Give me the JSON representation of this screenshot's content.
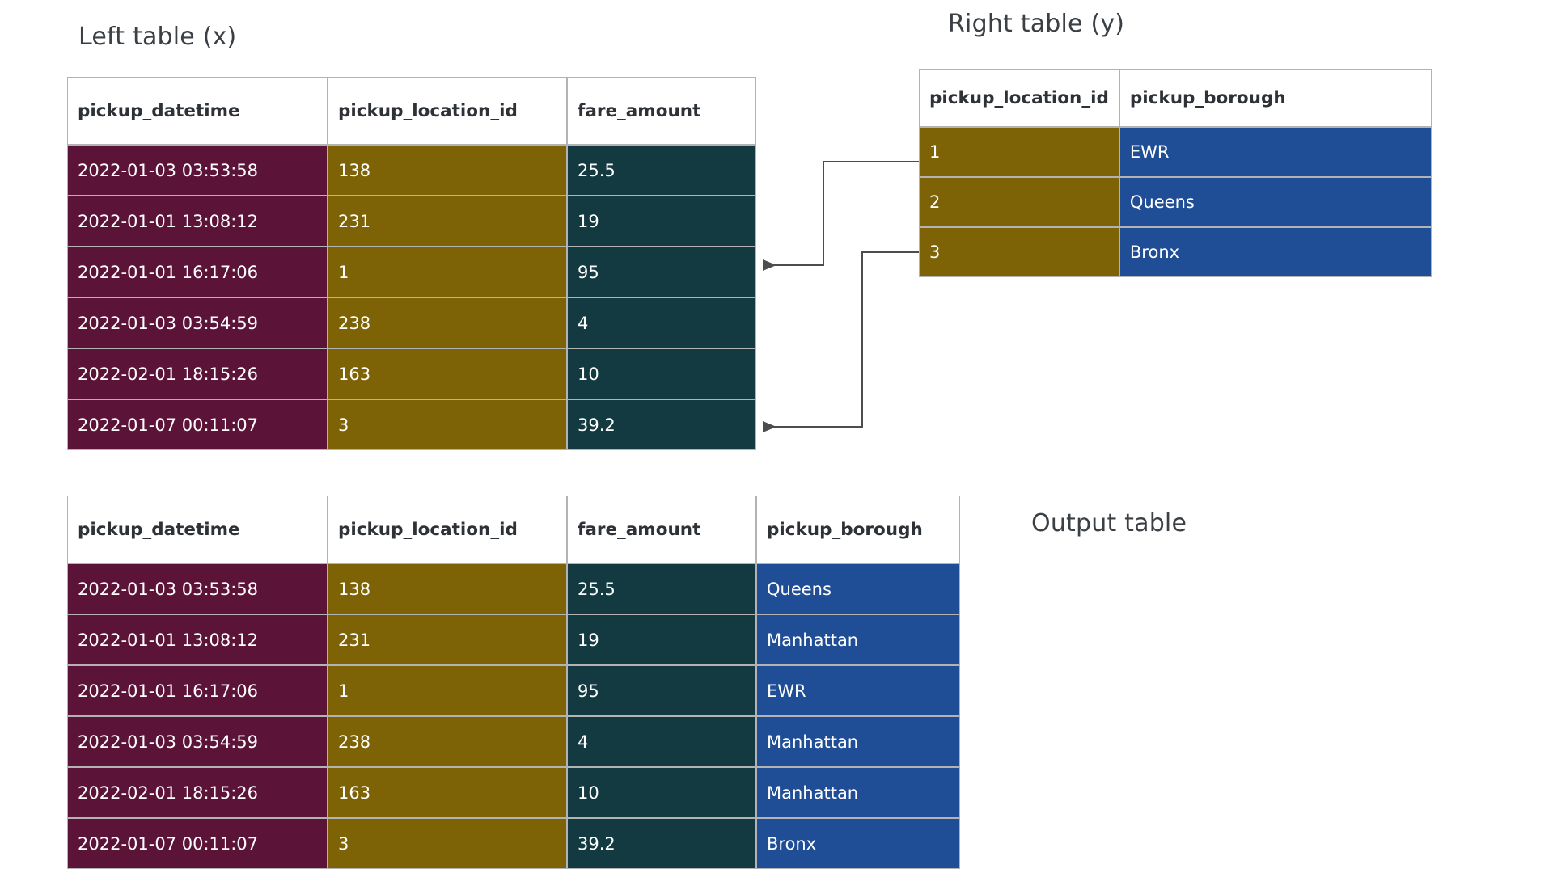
{
  "captions": {
    "left": "Left table (x)",
    "right": "Right table (y)",
    "output": "Output table"
  },
  "colors": {
    "datetime_cell": "#5c1338",
    "location_id_cell": "#7d6206",
    "fare_cell": "#123a40",
    "borough_cell": "#1f4e96",
    "border": "#b3b3b3",
    "header_text": "#2e3236",
    "caption_text": "#3b4045",
    "connector": "#4d4d4d",
    "page_background": "#ffffff"
  },
  "left_table": {
    "headers": [
      "pickup_datetime",
      "pickup_location_id",
      "fare_amount"
    ],
    "rows": [
      [
        "2022-01-03 03:53:58",
        "138",
        "25.5"
      ],
      [
        "2022-01-01 13:08:12",
        "231",
        "19"
      ],
      [
        "2022-01-01 16:17:06",
        "1",
        "95"
      ],
      [
        "2022-01-03 03:54:59",
        "238",
        "4"
      ],
      [
        "2022-02-01 18:15:26",
        "163",
        "10"
      ],
      [
        "2022-01-07 00:11:07",
        "3",
        "39.2"
      ]
    ]
  },
  "right_table": {
    "headers": [
      "pickup_location_id",
      "pickup_borough"
    ],
    "rows": [
      [
        "1",
        "EWR"
      ],
      [
        "2",
        "Queens"
      ],
      [
        "3",
        "Bronx"
      ]
    ]
  },
  "output_table": {
    "headers": [
      "pickup_datetime",
      "pickup_location_id",
      "fare_amount",
      "pickup_borough"
    ],
    "rows": [
      [
        "2022-01-03 03:53:58",
        "138",
        "25.5",
        "Queens"
      ],
      [
        "2022-01-01 13:08:12",
        "231",
        "19",
        "Manhattan"
      ],
      [
        "2022-01-01 16:17:06",
        "1",
        "95",
        "EWR"
      ],
      [
        "2022-01-03 03:54:59",
        "238",
        "4",
        "Manhattan"
      ],
      [
        "2022-02-01 18:15:26",
        "163",
        "10",
        "Manhattan"
      ],
      [
        "2022-01-07 00:11:07",
        "3",
        "39.2",
        "Bronx"
      ]
    ]
  },
  "connectors": [
    {
      "from_value": "1",
      "to_value": "1",
      "label": "join-key-1"
    },
    {
      "from_value": "3",
      "to_value": "3",
      "label": "join-key-3"
    }
  ]
}
